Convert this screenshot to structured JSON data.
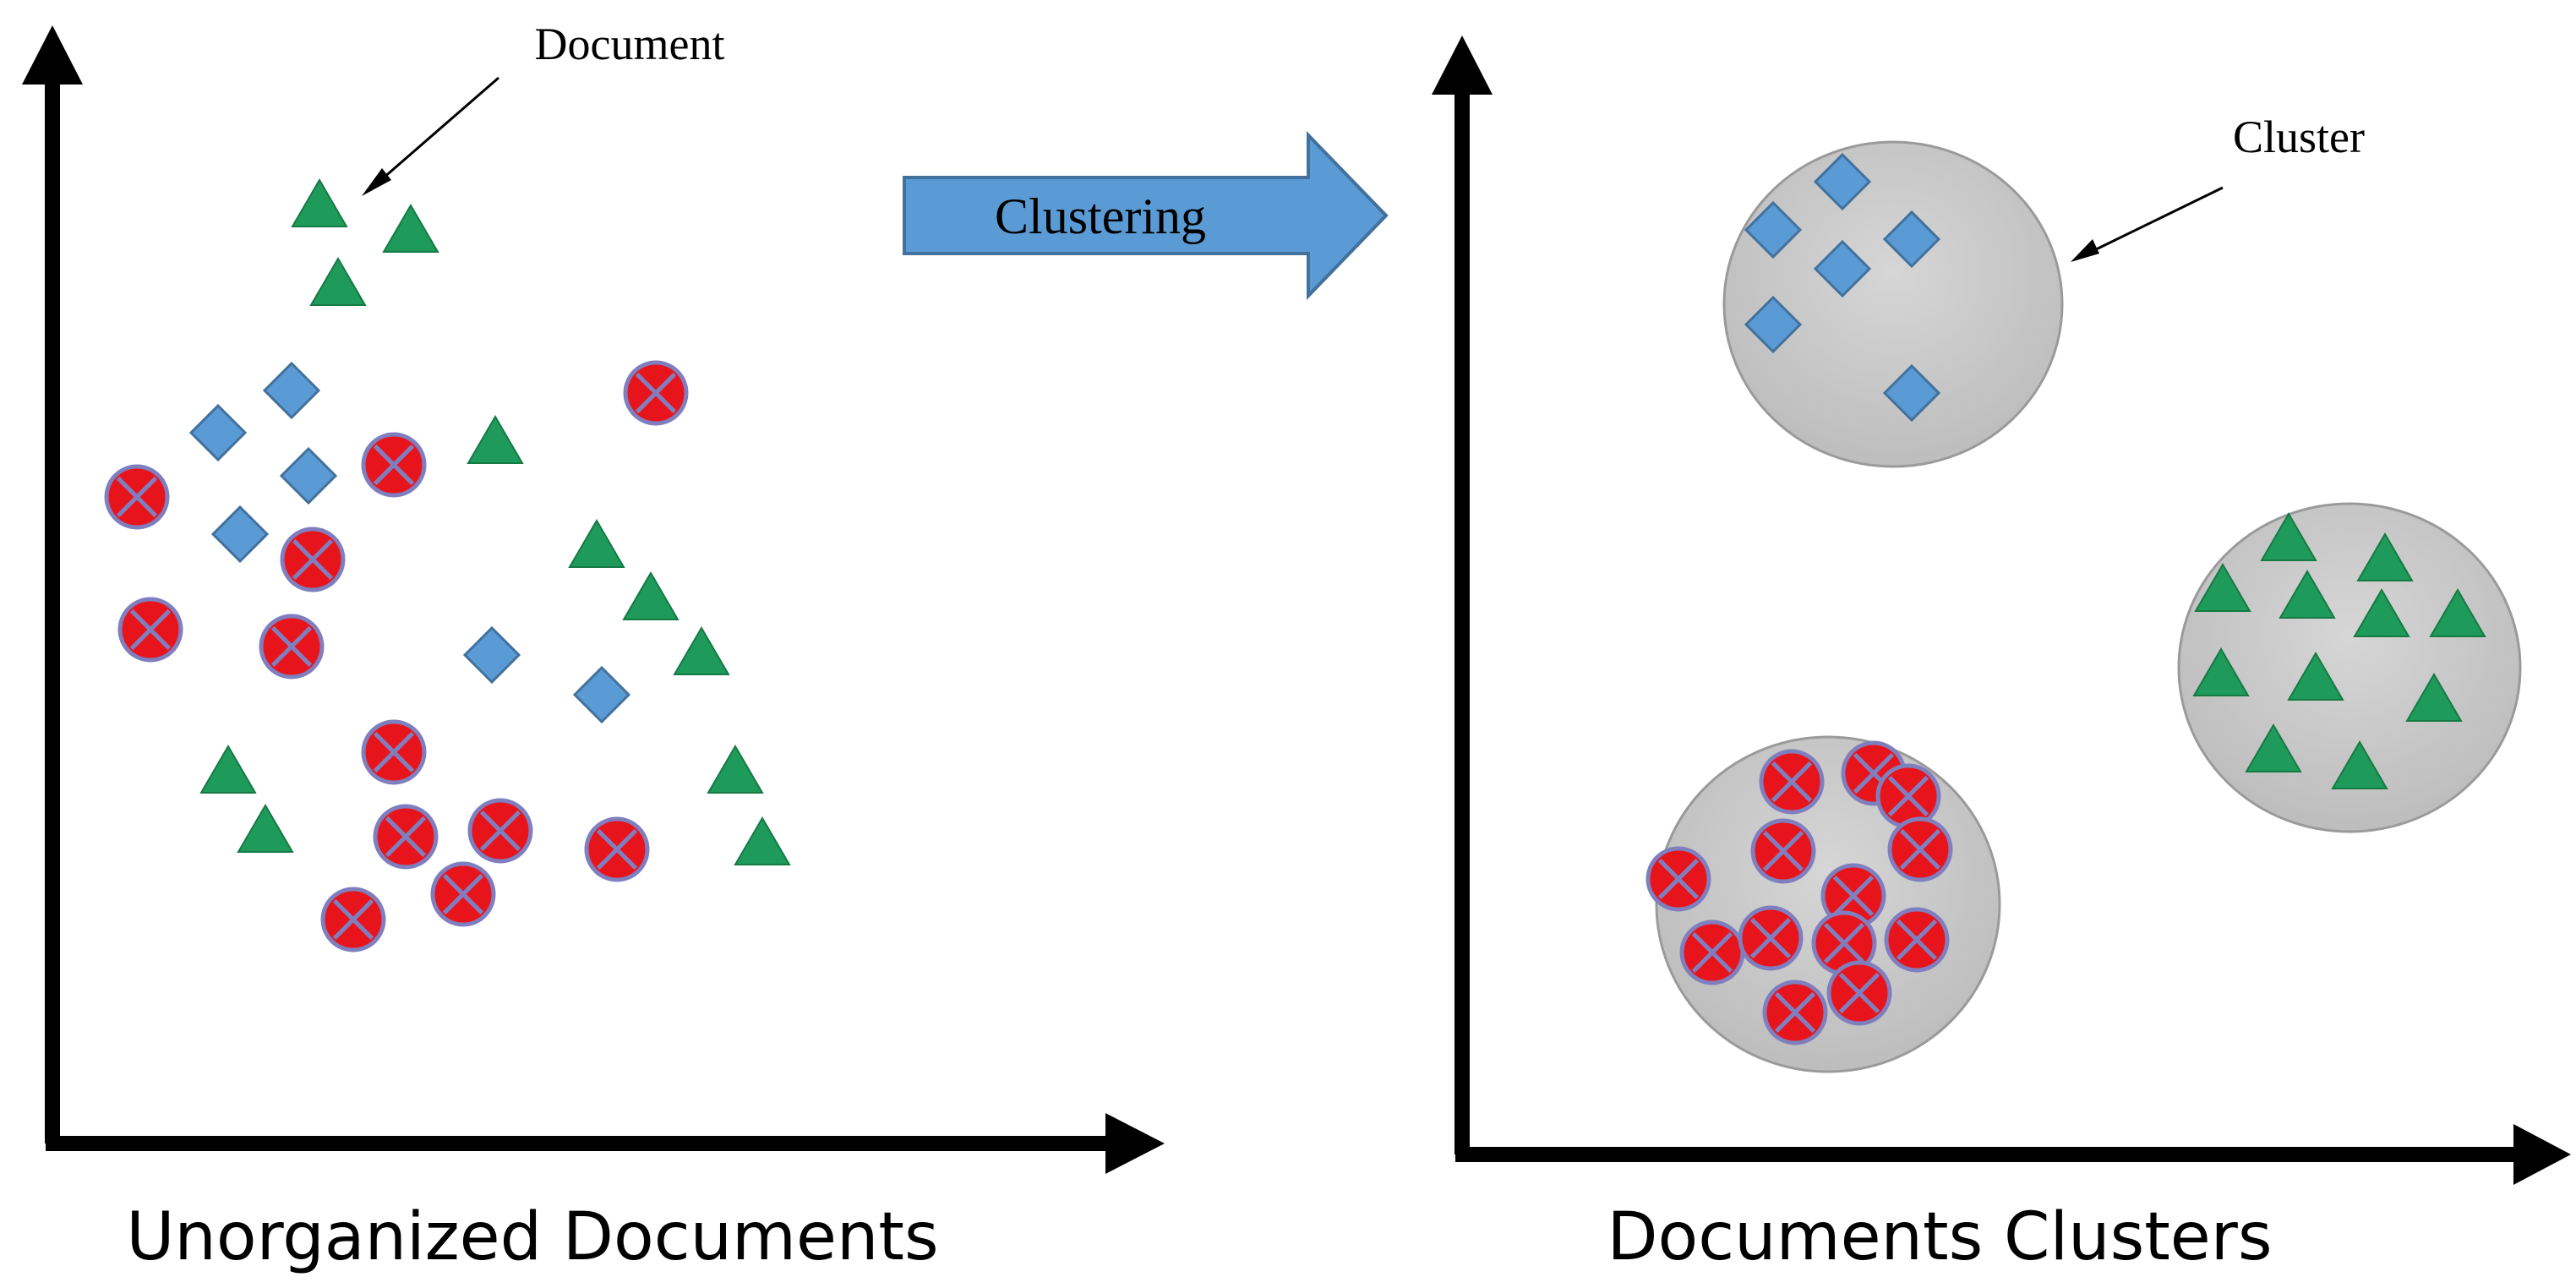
{
  "labels": {
    "document_annotation": "Document",
    "clustering_arrow": "Clustering",
    "cluster_annotation": "Cluster",
    "left_caption": "Unorganized Documents",
    "right_caption": "Documents Clusters"
  },
  "colors": {
    "triangle": "#1e9a5a",
    "diamond": "#5b9bd5",
    "circle": "#e8141c",
    "circle_outline": "#7f7fbf",
    "cluster_fill": "#c8c8c8",
    "arrow_fill": "#5b9bd5",
    "axis": "#000000"
  },
  "shapes": {
    "triangle": "triangle-document",
    "diamond": "diamond-document",
    "circle": "crossed-circle-document"
  }
}
